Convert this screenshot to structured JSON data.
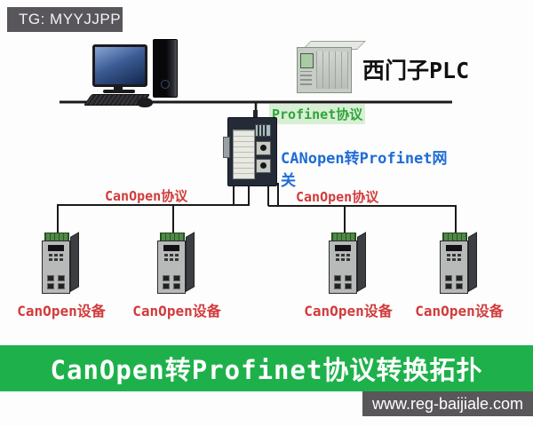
{
  "watermark": {
    "label": "TG: MYYJJPP"
  },
  "diagram": {
    "plc_label": "西门子PLC",
    "profinet_protocol_label": "Profinet协议",
    "gateway_label": "CANopen转Profinet网关",
    "canopen_protocol_left": "CanOpen协议",
    "canopen_protocol_right": "CanOpen协议",
    "devices": [
      {
        "label": "CanOpen设备"
      },
      {
        "label": "CanOpen设备"
      },
      {
        "label": "CanOpen设备"
      },
      {
        "label": "CanOpen设备"
      }
    ]
  },
  "title_banner": {
    "text": "CanOpen转Profinet协议转换拓扑"
  },
  "footer": {
    "website": "www.reg-baijiale.com"
  },
  "colors": {
    "watermark-bg": "#59565b",
    "watermark-text": "#f2f2f2",
    "banner-bg": "#1eb14b",
    "banner-text": "#ffffff",
    "footer-bg": "#59575a",
    "footer-text": "#ffffff",
    "red-label": "#d23b3b",
    "green-label": "#2ea53c",
    "green-label-bg": "#d9efd5",
    "blue-label": "#1f6cd5",
    "line": "#1a1a1a",
    "plc-text": "#111111"
  }
}
